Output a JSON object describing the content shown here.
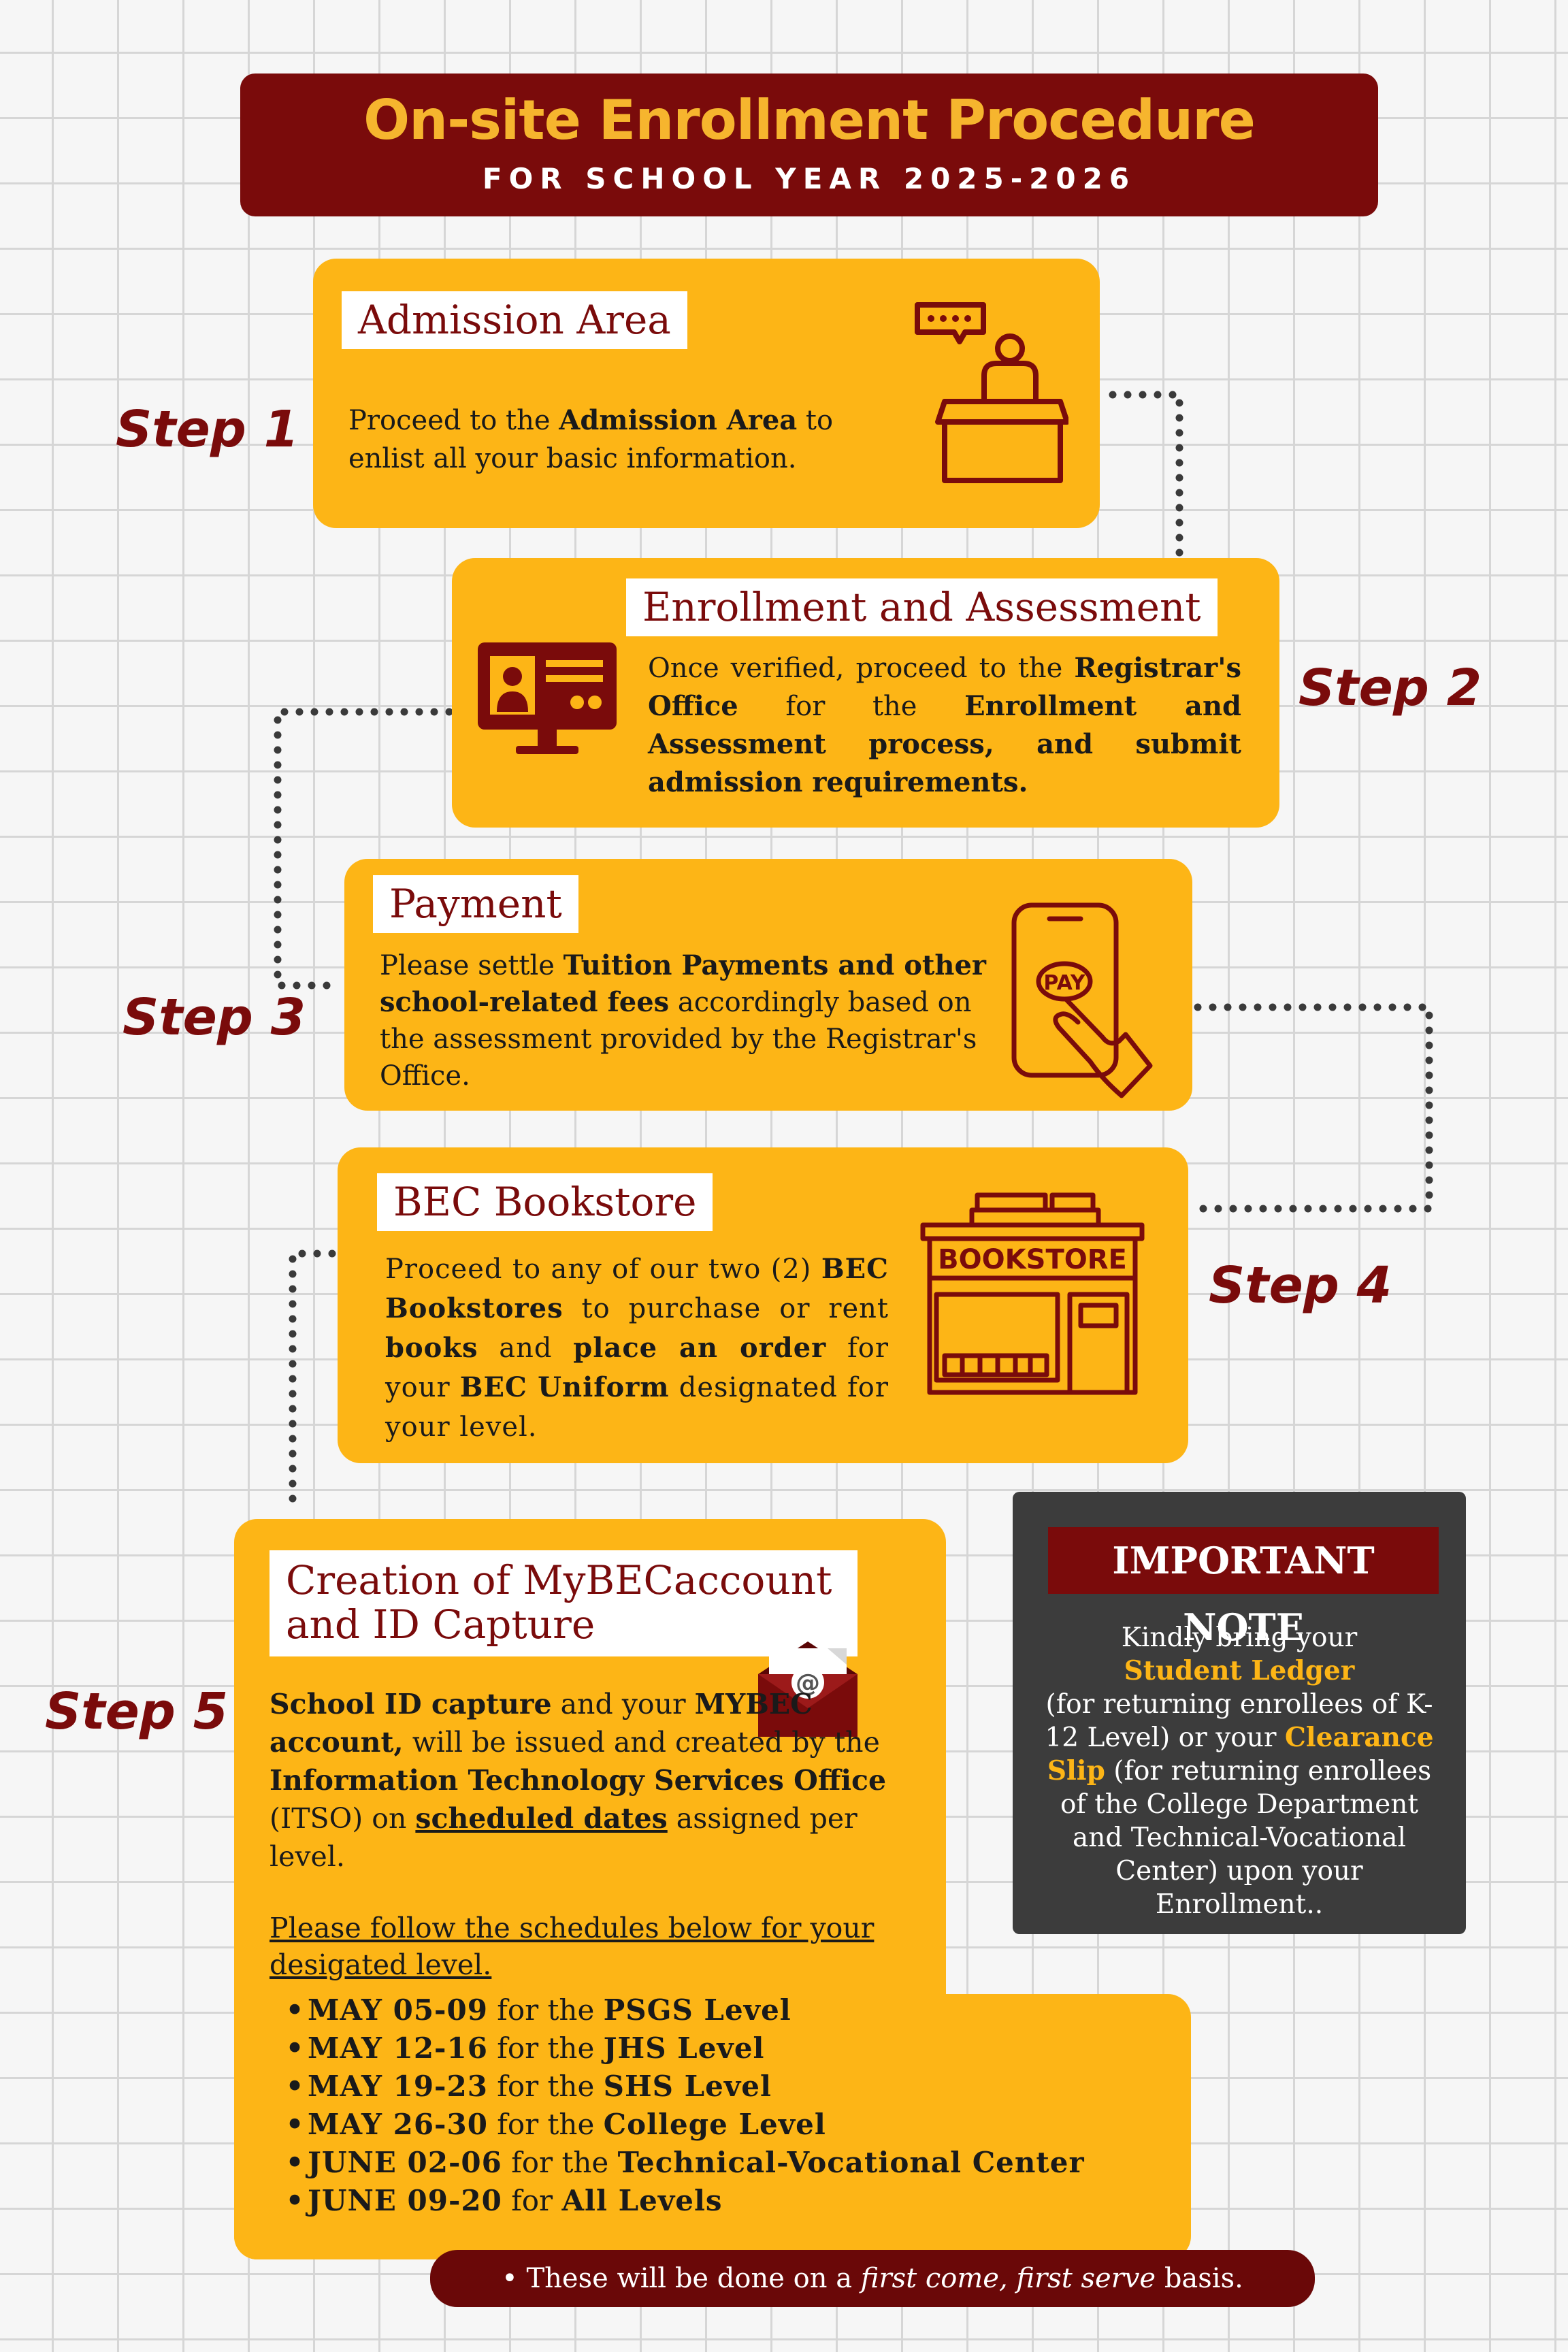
{
  "header": {
    "title": "On-site Enrollment Procedure",
    "subtitle": "FOR SCHOOL YEAR 2025-2026"
  },
  "steps": [
    {
      "label": "Step 1",
      "title": "Admission Area",
      "text": [
        "Proceed to the ",
        "Admission Area",
        " to enlist all your basic information."
      ],
      "icon": "admission-desk-icon"
    },
    {
      "label": "Step 2",
      "title": "Enrollment and Assessment",
      "text": [
        "Once verified, proceed to the ",
        "Registrar's Office",
        " for the ",
        "Enrollment and Assessment process, and submit admission requirements."
      ],
      "icon": "computer-profile-icon"
    },
    {
      "label": "Step 3",
      "title": "Payment",
      "text": [
        "Please settle ",
        "Tuition Payments and other school-related fees",
        " accordingly based on the assessment provided by the Registrar's Office."
      ],
      "icon": "mobile-pay-icon",
      "icon_text": "PAY"
    },
    {
      "label": "Step 4",
      "title": "BEC Bookstore",
      "text": [
        "Proceed to any of our two (2) ",
        "BEC Bookstores",
        " to purchase or rent ",
        "books",
        " and ",
        "place an order",
        " for your ",
        "BEC Uniform",
        " designated for your level."
      ],
      "icon": "bookstore-icon",
      "icon_text": "BOOKSTORE"
    },
    {
      "label": "Step 5",
      "title_line1": "Creation of MyBECaccount",
      "title_line2": "and  ID Capture",
      "text": [
        "School ID capture",
        " and your ",
        "MYBEC account,",
        " will be issued and created by the ",
        "Information Technology Services Office",
        " (ITSO) on ",
        "scheduled dates",
        " assigned per level."
      ],
      "schedule_intro": "Please follow the schedules below for your desigated level.",
      "icon": "email-at-icon",
      "schedule": [
        {
          "date": "MAY 05-09",
          "mid": " for the ",
          "level": "PSGS Level"
        },
        {
          "date": "MAY 12-16",
          "mid": " for the ",
          "level": "JHS Level"
        },
        {
          "date": "MAY 19-23",
          "mid": " for the ",
          "level": "SHS Level"
        },
        {
          "date": "MAY 26-30",
          "mid": " for the ",
          "level": "College Level"
        },
        {
          "date": "JUNE 02-06",
          "mid": " for the ",
          "level": "Technical-Vocational Center"
        },
        {
          "date": "JUNE 09-20",
          "mid": " for ",
          "level": "All Levels"
        }
      ]
    }
  ],
  "note": {
    "title": "IMPORTANT NOTE",
    "line1": "Kindly bring your",
    "ledger": "Student Ledger",
    "line2": "(for returning enrollees of K-12 Level) or your ",
    "clearance": "Clearance Slip",
    "line3": " (for returning enrollees of the College Department and Technical-Vocational Center) upon your Enrollment.."
  },
  "footer": {
    "prefix": "These will be done on a ",
    "italic": "first come, first serve",
    "suffix": " basis."
  },
  "colors": {
    "maroon": "#7a0b0b",
    "gold": "#fdb516",
    "title_gold": "#f6b52e",
    "note_bg": "#3c3c3c"
  }
}
